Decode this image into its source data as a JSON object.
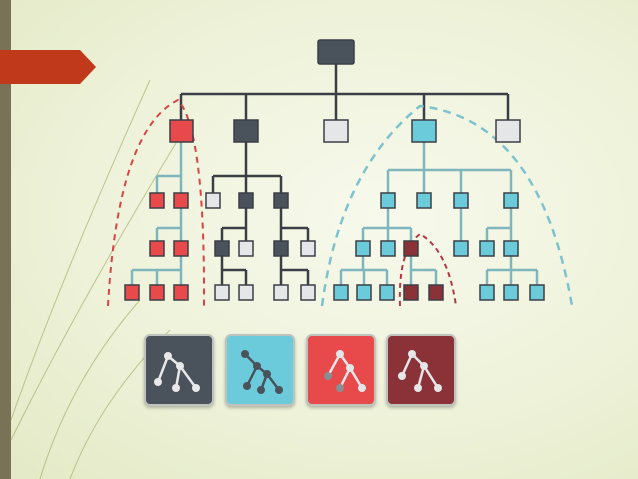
{
  "colors": {
    "background": "#eef2d9",
    "sidebar": "#7a7256",
    "arrow": "#c0391b",
    "line": "#3a3f45",
    "dark": "#4a525b",
    "light": "#e4e6e8",
    "red": "#e8494a",
    "cyan": "#6bcbdb",
    "maroon": "#8b3238",
    "red_line": "#7fb6bd",
    "cyan_line": "#7fb6bd"
  },
  "icons": [
    {
      "name": "tree-icon-dark",
      "color": "#4a525b"
    },
    {
      "name": "tree-icon-cyan",
      "color": "#6bcbdb"
    },
    {
      "name": "tree-icon-red",
      "color": "#e8494a"
    },
    {
      "name": "tree-icon-maroon",
      "color": "#8b3238"
    }
  ]
}
